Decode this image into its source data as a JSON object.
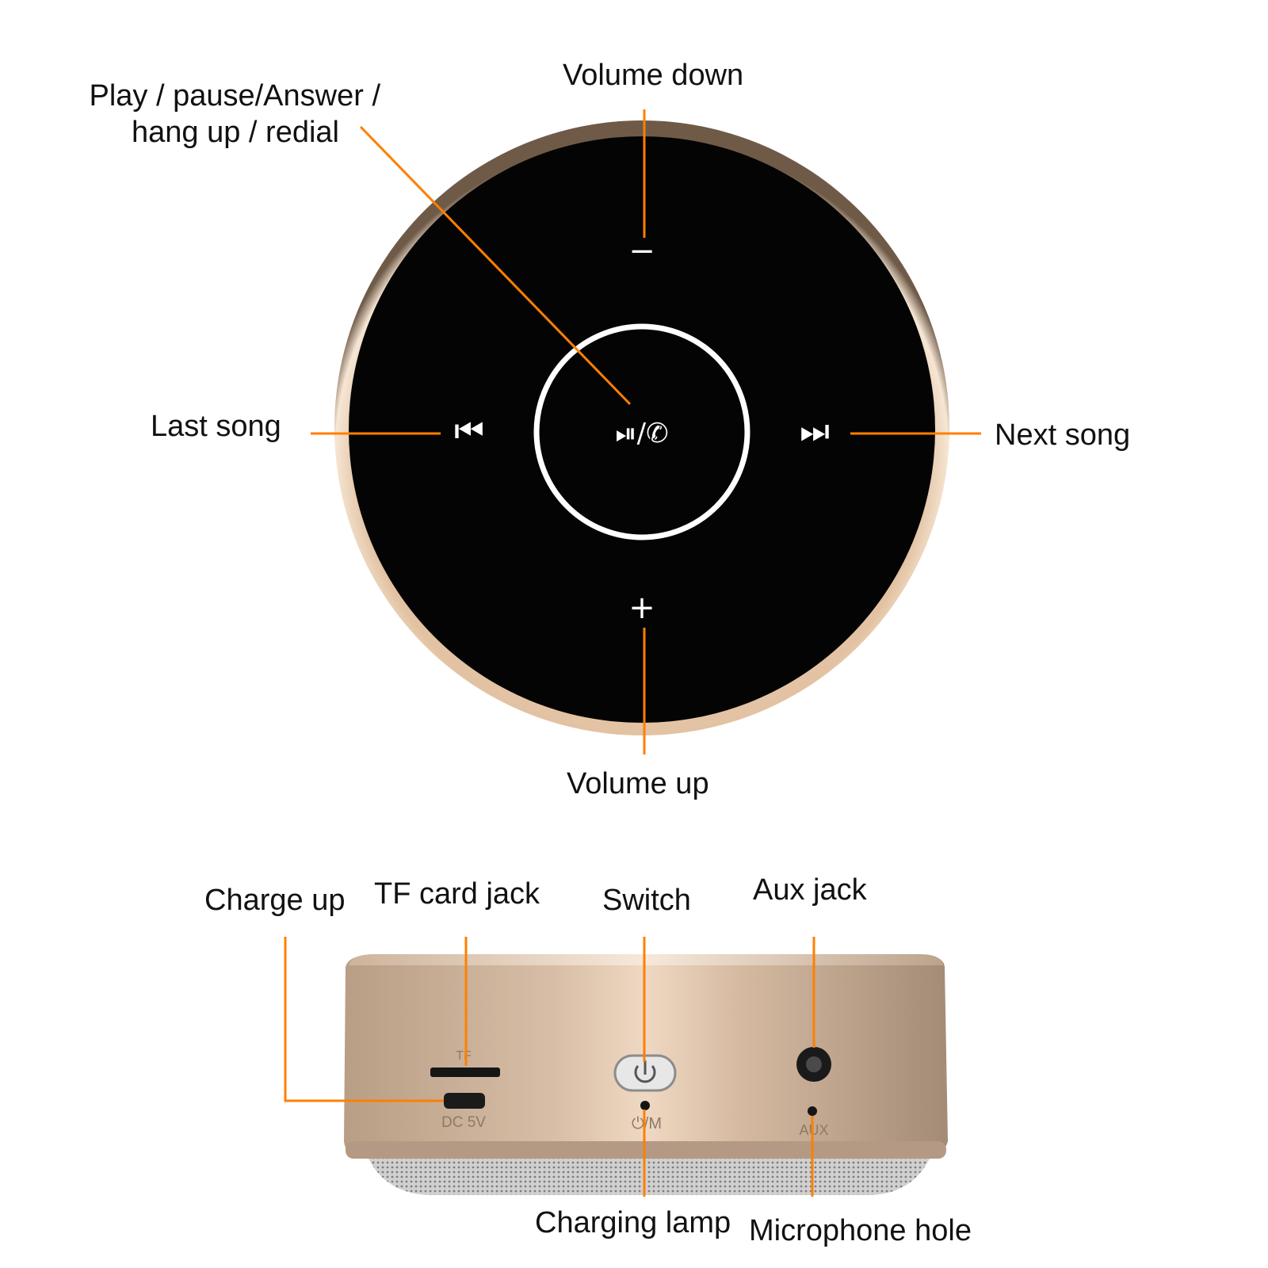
{
  "colors": {
    "leader": "#ff7f00",
    "panel": "#040404",
    "rim": "#d8b89a",
    "housing": "#c7ad93",
    "grille": "#b9b9b9"
  },
  "top_labels": {
    "play": "Play / pause/Answer /",
    "play_line2": "hang up / redial",
    "volume_down": "Volume down",
    "last_song": "Last song",
    "next_song": "Next song",
    "volume_up": "Volume up"
  },
  "button_glyphs": {
    "minus": "−",
    "plus": "+",
    "prev": "⏮",
    "next": "⏭",
    "play": "⏯/✆"
  },
  "bottom_labels": {
    "charge_up": "Charge up",
    "tf_card_jack": "TF card jack",
    "switch": "Switch",
    "aux_jack": "Aux jack",
    "charging_lamp": "Charging lamp",
    "microphone_hole": "Microphone hole"
  },
  "body_markings": {
    "tf": "TF",
    "dc": "DC 5V",
    "mode": "⏻/M",
    "aux": "AUX"
  },
  "icons": [
    "power-icon",
    "prev-icon",
    "next-icon",
    "play-pause-call-icon"
  ]
}
